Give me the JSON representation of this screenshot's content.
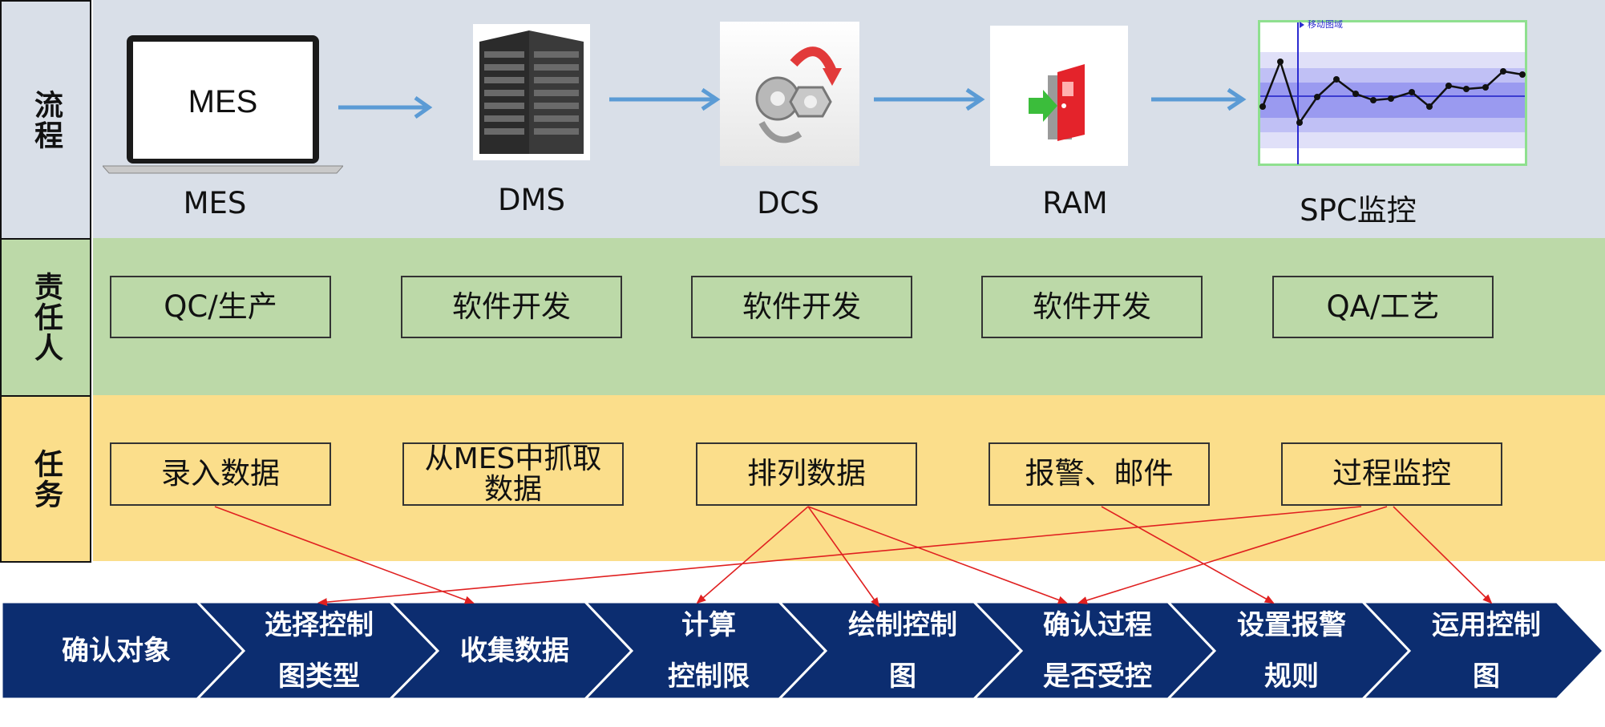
{
  "rows": {
    "process_label": "流程",
    "owner_label": "责任人",
    "task_label": "任务"
  },
  "process": {
    "items": [
      {
        "caption": "MES",
        "screen_text": "MES",
        "icon": "laptop-icon"
      },
      {
        "caption": "DMS",
        "icon": "server-icon"
      },
      {
        "caption": "DCS",
        "icon": "gear-sync-icon"
      },
      {
        "caption": "RAM",
        "icon": "exit-door-icon"
      },
      {
        "caption": "SPC监控",
        "icon": "control-chart-icon",
        "chart_tag": "移动图域"
      }
    ]
  },
  "owners": [
    "QC/生产",
    "软件开发",
    "软件开发",
    "软件开发",
    "QA/工艺"
  ],
  "tasks": [
    "录入数据",
    "从MES中抓取数据",
    "排列数据",
    "报警、邮件",
    "过程监控"
  ],
  "steps": [
    "确认对象",
    "选择控制\n图类型",
    "收集数据",
    "计算\n控制限",
    "绘制控制\n图",
    "确认过程\n是否受控",
    "设置报警\n规则",
    "运用控制\n图"
  ],
  "colors": {
    "step_fill": "#0c2d70",
    "arrow_blue": "#5b9bd5",
    "link_red": "#e02020"
  }
}
